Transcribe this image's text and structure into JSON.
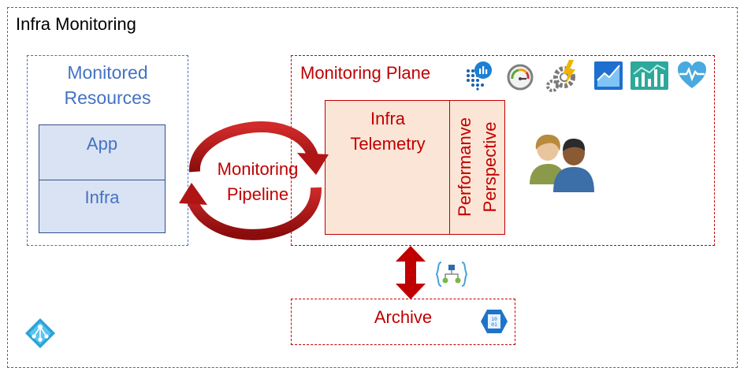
{
  "outer": {
    "title": "Infra Monitoring"
  },
  "resources": {
    "title_line1": "Monitored",
    "title_line2": "Resources",
    "app": "App",
    "infra": "Infra"
  },
  "pipeline": {
    "line1": "Monitoring",
    "line2": "Pipeline"
  },
  "plane": {
    "title": "Monitoring Plane",
    "telemetry_line1": "Infra",
    "telemetry_line2": "Telemetry",
    "perspective_line1": "Performanve",
    "perspective_line2": "Perspective"
  },
  "archive": {
    "label": "Archive"
  },
  "colors": {
    "blue_text": "#4472c4",
    "red": "#c00000",
    "green_border": "#4e7a2f",
    "cell_fill": "#dae3f3",
    "pink_fill": "#fbe5d6"
  },
  "icons": [
    "network-icon",
    "gauge-icon",
    "gears-bolt-icon",
    "area-chart-icon",
    "bar-line-chart-icon",
    "heart-pulse-icon",
    "users-icon",
    "workflow-icon",
    "blob-storage-icon",
    "directory-icon"
  ]
}
